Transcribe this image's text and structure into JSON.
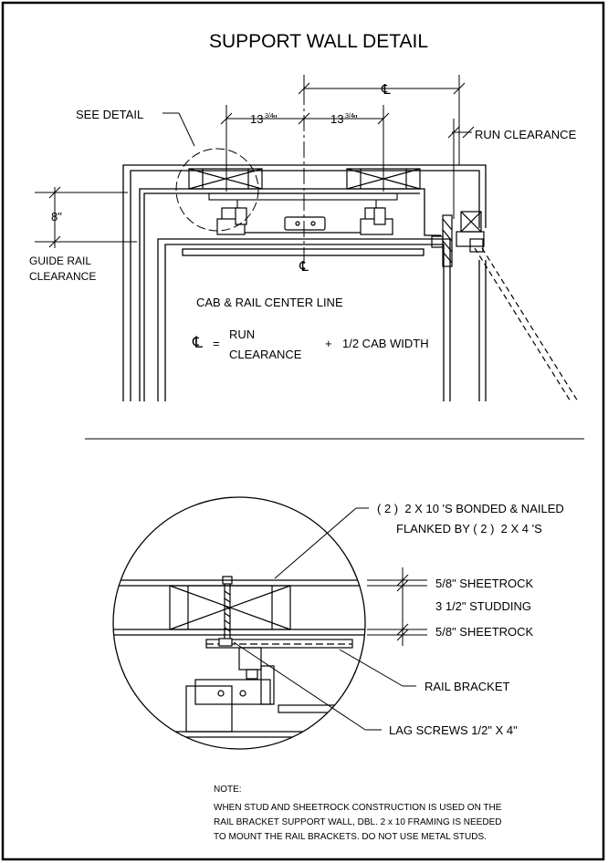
{
  "title": "SUPPORT WALL DETAIL",
  "centerline_symbol": "℄",
  "upper": {
    "see_detail": "SEE DETAIL",
    "dim_left": "13",
    "dim_right": "13",
    "dim_fraction": "3/4",
    "dim_inch": "\"",
    "run_clearance": "RUN CLEARANCE",
    "dim_8": "8\"",
    "guide_rail_1": "GUIDE RAIL",
    "guide_rail_2": "CLEARANCE",
    "cab_rail_center": "CAB & RAIL CENTER LINE",
    "eq_equals": "=",
    "eq_run": "RUN",
    "eq_clearance": "CLEARANCE",
    "eq_plus": "+",
    "eq_half": "1/2 CAB WIDTH"
  },
  "lower": {
    "bonded_1": "( 2 )  2 X 10 'S BONDED & NAILED",
    "bonded_2": "FLANKED BY ( 2 )  2 X 4 'S",
    "sheetrock_top": "5/8\" SHEETROCK",
    "studding": "3 1/2\" STUDDING",
    "sheetrock_bottom": "5/8\" SHEETROCK",
    "rail_bracket": "RAIL BRACKET",
    "lag_screws": "LAG SCREWS 1/2\" X 4\""
  },
  "note": {
    "heading": "NOTE:",
    "line1": "WHEN STUD AND SHEETROCK CONSTRUCTION IS USED ON THE",
    "line2": "RAIL BRACKET SUPPORT WALL, DBL. 2 x 10 FRAMING IS NEEDED",
    "line3": "TO MOUNT THE RAIL BRACKETS. DO NOT USE METAL STUDS."
  }
}
